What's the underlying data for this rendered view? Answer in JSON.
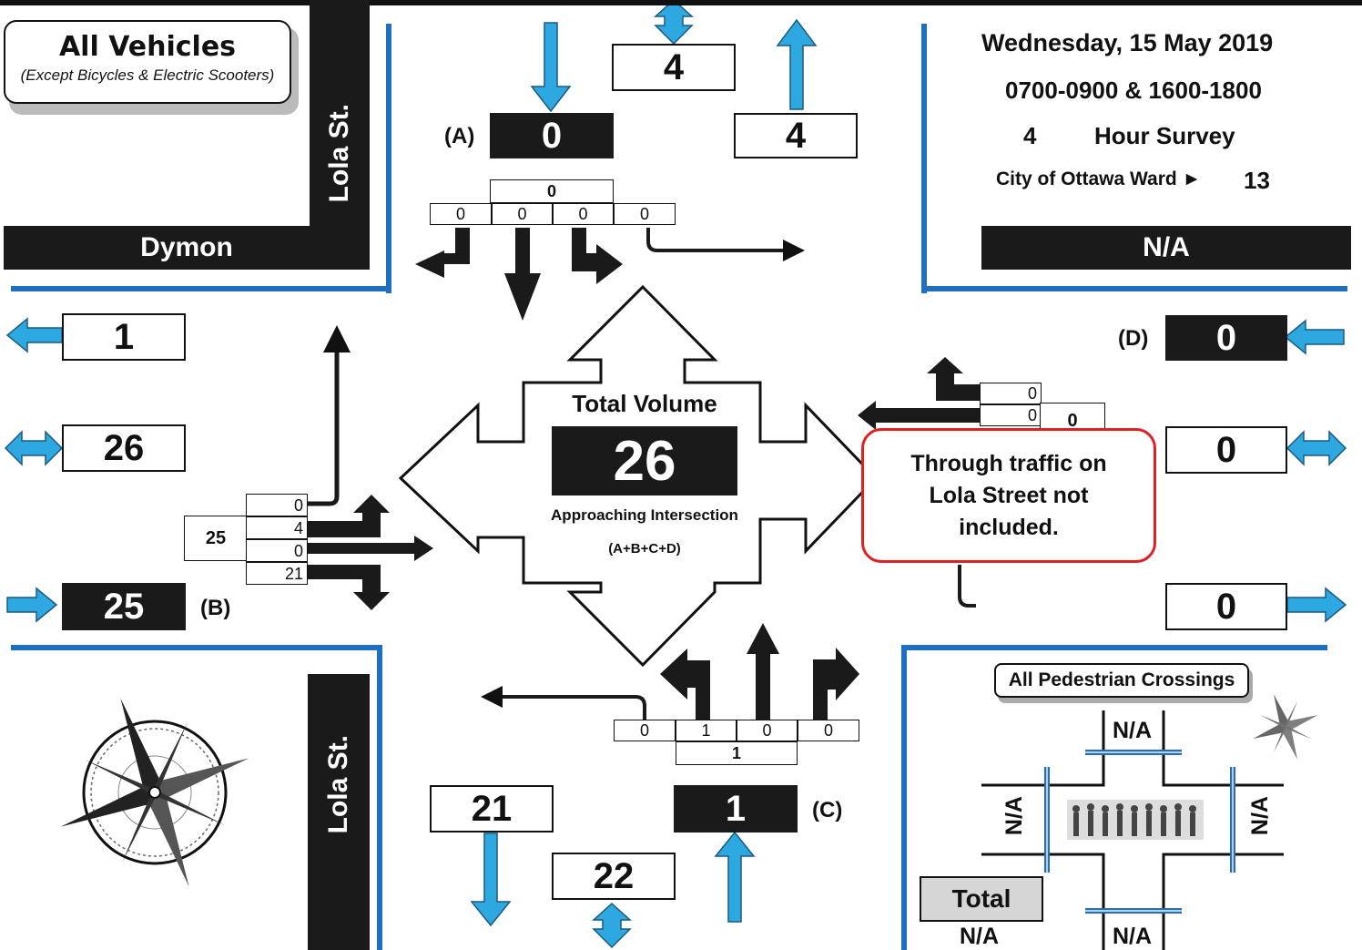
{
  "legend": {
    "title": "All Vehicles",
    "subtitle": "(Except Bicycles & Electric Scooters)"
  },
  "streets": {
    "north": "Lola St.",
    "south": "Lola St.",
    "west": "Dymon",
    "east": "N/A"
  },
  "survey": {
    "date": "Wednesday, 15 May 2019",
    "periods": "0700-0900 & 1600-1800",
    "hours": "4",
    "hours_label": "Hour Survey",
    "ward_label": "City of Ottawa Ward ►",
    "ward": "13"
  },
  "north": {
    "label": "(A)",
    "approach": "0",
    "departing": "4",
    "total": "4",
    "movements_total": "0",
    "movements": [
      "0",
      "0",
      "0",
      "0"
    ]
  },
  "west": {
    "label": "(B)",
    "departing": "1",
    "total": "26",
    "approach": "25",
    "movements_total": "25",
    "movements": [
      "0",
      "4",
      "0",
      "21"
    ]
  },
  "south": {
    "label": "(C)",
    "approach": "1",
    "departing": "21",
    "total": "22",
    "movements_total": "1",
    "movements": [
      "0",
      "1",
      "0",
      "0"
    ]
  },
  "east": {
    "label": "(D)",
    "approach": "0",
    "total": "0",
    "departing": "0",
    "movements_total": "0",
    "movements": [
      "0",
      "0"
    ]
  },
  "center": {
    "title": "Total Volume",
    "value": "26",
    "sub1": "Approaching Intersection",
    "sub2": "(A+B+C+D)"
  },
  "note": "Through traffic on Lola Street not included.",
  "pedestrian": {
    "title": "All Pedestrian Crossings",
    "north": "N/A",
    "south": "N/A",
    "west": "N/A",
    "east": "N/A",
    "total_label": "Total",
    "total": "N/A"
  },
  "colors": {
    "arrow_blue": "#2ea8e0",
    "road_blue": "#1f6fc0",
    "note_border": "#e02020"
  }
}
